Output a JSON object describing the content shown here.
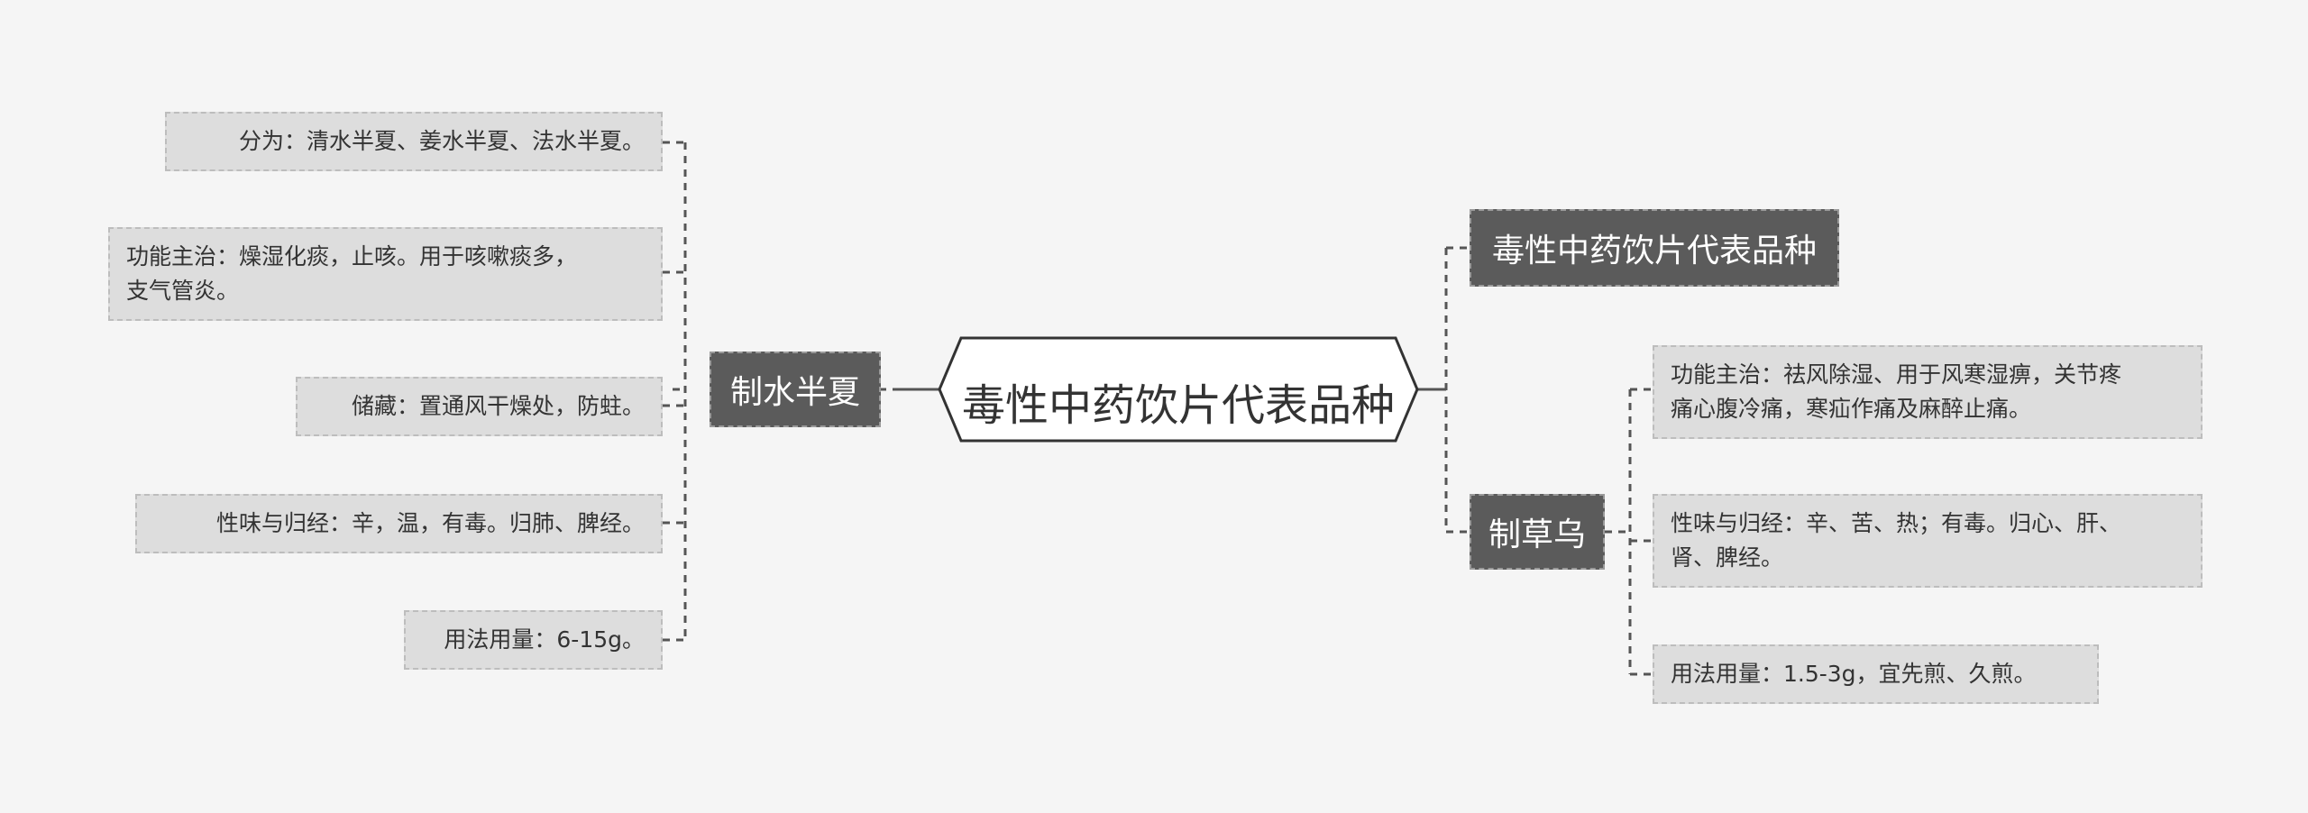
{
  "root": {
    "label": "毒性中药饮片代表品种"
  },
  "branches": [
    {
      "label": "制水半夏",
      "items": [
        "分为：清水半夏、姜水半夏、法水半夏。",
        "功能主治：燥湿化痰，止咳。用于咳嗽痰多，\n支气管炎。",
        "储藏：置通风干燥处，防蛀。",
        "性味与归经：辛，温，有毒。归肺、脾经。",
        "用法用量：6-15g。"
      ]
    },
    {
      "label": "毒性中药饮片代表品种",
      "items": []
    },
    {
      "label": "制草乌",
      "items": [
        "功能主治：祛风除湿、用于风寒湿痹，关节疼\n痛心腹冷痛，寒疝作痛及麻醉止痛。",
        "性味与归经：辛、苦、热；有毒。归心、肝、\n肾、脾经。",
        "用法用量：1.5-3g，宜先煎、久煎。"
      ]
    }
  ]
}
